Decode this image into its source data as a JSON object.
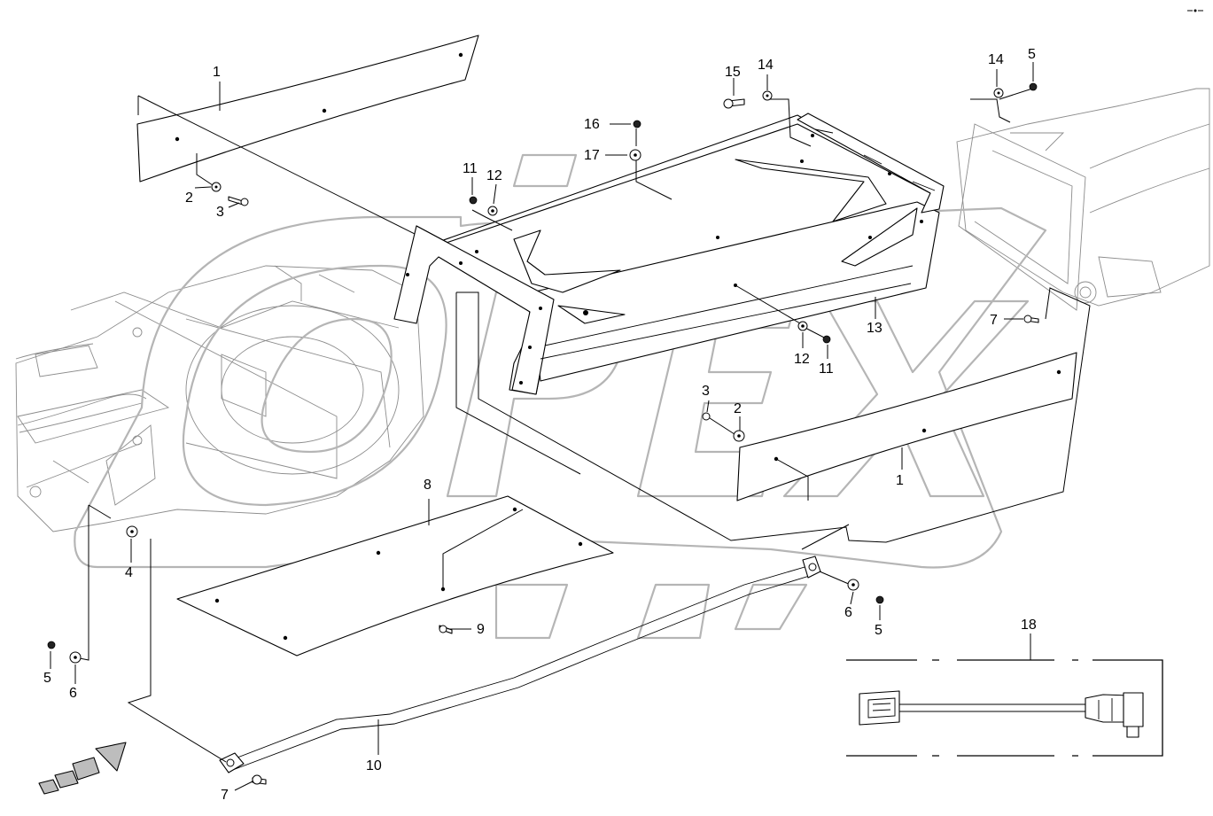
{
  "diagram": {
    "callouts": [
      {
        "id": "c1a",
        "label": "1"
      },
      {
        "id": "c1b",
        "label": "1"
      },
      {
        "id": "c2a",
        "label": "2"
      },
      {
        "id": "c2b",
        "label": "2"
      },
      {
        "id": "c3a",
        "label": "3"
      },
      {
        "id": "c3b",
        "label": "3"
      },
      {
        "id": "c4",
        "label": "4"
      },
      {
        "id": "c5a",
        "label": "5"
      },
      {
        "id": "c5b",
        "label": "5"
      },
      {
        "id": "c5c",
        "label": "5"
      },
      {
        "id": "c6a",
        "label": "6"
      },
      {
        "id": "c6b",
        "label": "6"
      },
      {
        "id": "c7a",
        "label": "7"
      },
      {
        "id": "c7b",
        "label": "7"
      },
      {
        "id": "c8",
        "label": "8"
      },
      {
        "id": "c9",
        "label": "9"
      },
      {
        "id": "c10",
        "label": "10"
      },
      {
        "id": "c11a",
        "label": "11"
      },
      {
        "id": "c11b",
        "label": "11"
      },
      {
        "id": "c12a",
        "label": "12"
      },
      {
        "id": "c12b",
        "label": "12"
      },
      {
        "id": "c13",
        "label": "13"
      },
      {
        "id": "c14a",
        "label": "14"
      },
      {
        "id": "c14b",
        "label": "14"
      },
      {
        "id": "c15",
        "label": "15"
      },
      {
        "id": "c16",
        "label": "16"
      },
      {
        "id": "c17",
        "label": "17"
      },
      {
        "id": "c18",
        "label": "18"
      }
    ],
    "watermark_icon": "opex-logo-watermark",
    "direction_icon": "travel-direction-arrow-icon",
    "corner_mark": "page-corner-mark-icon"
  }
}
